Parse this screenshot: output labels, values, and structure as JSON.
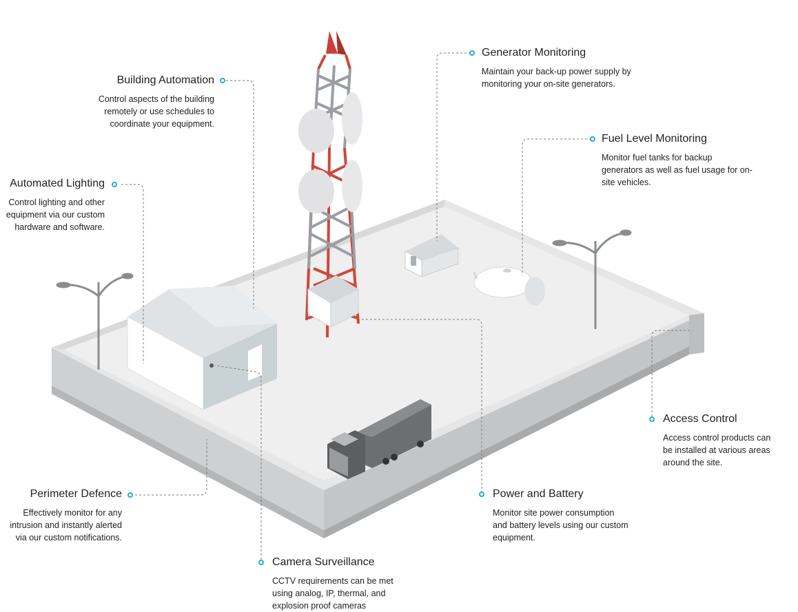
{
  "callouts": {
    "building_automation": {
      "title": "Building Automation",
      "desc": "Control aspects of the building remotely or use schedules to coordinate your equipment."
    },
    "automated_lighting": {
      "title": "Automated Lighting",
      "desc": "Control lighting and other equipment via our custom hardware and software."
    },
    "generator_monitoring": {
      "title": "Generator Monitoring",
      "desc": "Maintain your back-up power supply by monitoring your on-site generators."
    },
    "fuel_level_monitoring": {
      "title": "Fuel Level Monitoring",
      "desc": "Monitor fuel tanks for backup generators as well as fuel usage for on-site vehicles."
    },
    "access_control": {
      "title": "Access Control",
      "desc": "Access control products can be installed at various areas around the site."
    },
    "perimeter_defence": {
      "title": "Perimeter Defence",
      "desc": "Effectively monitor for any intrusion and instantly alerted via our custom notifications."
    },
    "power_and_battery": {
      "title": "Power and Battery",
      "desc": "Monitor site power consumption and battery levels using our custom equipment."
    },
    "camera_surveillance": {
      "title": "Camera Surveillance",
      "desc": "CCTV requirements can be met using analog, IP, thermal, and explosion proof cameras"
    }
  },
  "colors": {
    "marker": "#2aa8e0",
    "tower_red": "#d0463a",
    "tower_gray": "#9a9ea2",
    "wall": "#cfd0d2",
    "ground": "#efefef"
  }
}
